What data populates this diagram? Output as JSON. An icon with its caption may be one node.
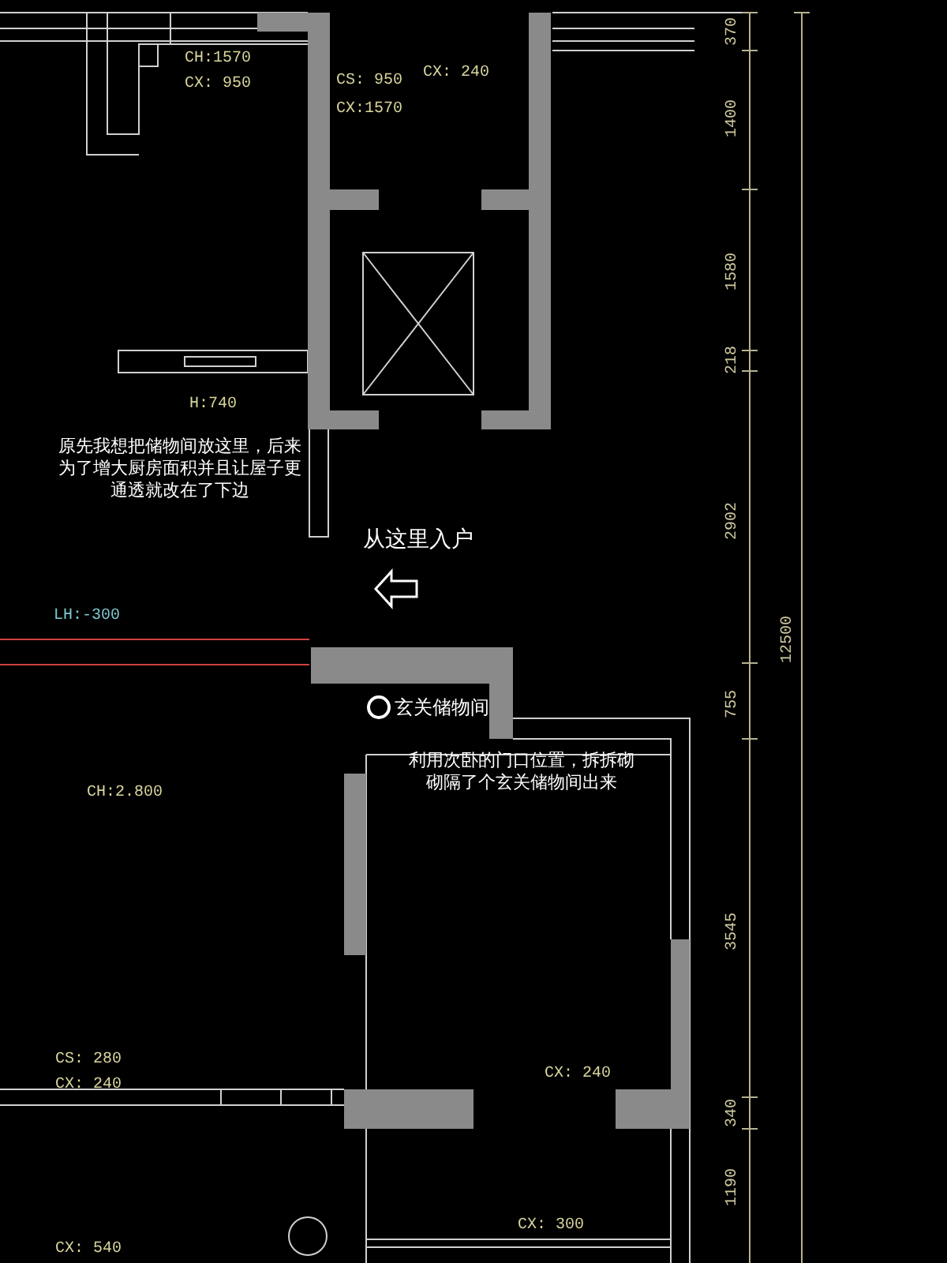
{
  "diagram": {
    "labels": [
      "CH:1570",
      "CS: 950",
      "CX: 240",
      "CX: 950",
      "CX:1570",
      "370",
      "1400",
      "1580",
      "218",
      "H:740",
      "原先我想把储物间放这里，后来为了增大厨房面积并且让屋子更通透就改在了下边",
      "2902",
      "从这里入户",
      "LH:-300",
      "12500",
      "玄关储物间",
      "755",
      "利用次卧的门口位置，拆拆砌砌隔了个玄关储物间出来",
      "CH:2.800",
      "3545",
      "CS: 280",
      "CX: 240",
      "CX: 240",
      "340",
      "1190",
      "CX: 300",
      "CX: 540"
    ]
  }
}
